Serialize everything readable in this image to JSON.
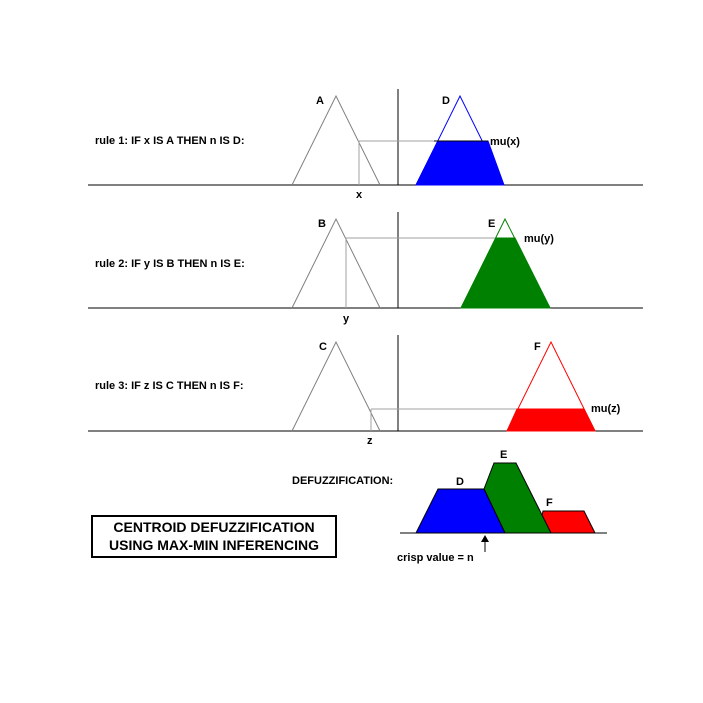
{
  "rules": [
    {
      "text": "rule 1:  IF x IS A THEN n IS D:",
      "input_set": "A",
      "output_set": "D",
      "input_var": "x",
      "mu_label": "mu(x)",
      "color": "#0000ff"
    },
    {
      "text": "rule 2:  IF y IS B THEN n IS E:",
      "input_set": "B",
      "output_set": "E",
      "input_var": "y",
      "mu_label": "mu(y)",
      "color": "#008000"
    },
    {
      "text": "rule 3:  IF z IS C THEN n IS F:",
      "input_set": "C",
      "output_set": "F",
      "input_var": "z",
      "mu_label": "mu(z)",
      "color": "#ff0000"
    }
  ],
  "defuzz": {
    "label": "DEFUZZIFICATION:",
    "set_labels": [
      "D",
      "E",
      "F"
    ],
    "crisp_label": "crisp value = n"
  },
  "title_box": {
    "line1": "CENTROID DEFUZZIFICATION",
    "line2": "USING MAX-MIN INFERENCING"
  },
  "colors": {
    "rule1": "#0000ff",
    "rule2": "#008000",
    "rule3": "#ff0000",
    "input_triangle": "#808080",
    "guide_line": "#a0a0a0"
  }
}
